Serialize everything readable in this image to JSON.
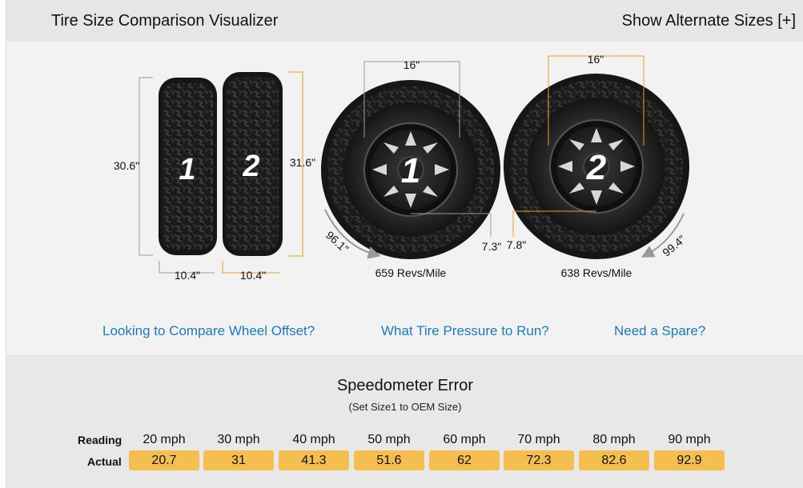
{
  "header": {
    "title": "Tire Size Comparison Visualizer",
    "alternate_sizes": "Show Alternate Sizes [+]"
  },
  "tires": [
    {
      "number": "1",
      "diameter": "30.6\"",
      "width": "10.4\"",
      "wheel": "16\"",
      "sidewall": "7.3\"",
      "circumference": "96.1\"",
      "revs": "659 Revs/Mile"
    },
    {
      "number": "2",
      "diameter": "31.6\"",
      "width": "10.4\"",
      "wheel": "16\"",
      "sidewall": "7.8\"",
      "circumference": "99.4\"",
      "revs": "638 Revs/Mile"
    }
  ],
  "links": {
    "wheel_offset": "Looking to Compare Wheel Offset?",
    "tire_pressure": "What Tire Pressure to Run?",
    "spare": "Need a Spare?"
  },
  "speedometer": {
    "title": "Speedometer Error",
    "subtitle": "(Set Size1 to OEM Size)",
    "reading_label": "Reading",
    "actual_label": "Actual",
    "readings": [
      "20 mph",
      "30 mph",
      "40 mph",
      "50 mph",
      "60 mph",
      "70 mph",
      "80 mph",
      "90 mph"
    ],
    "actuals": [
      "20.7",
      "31",
      "41.3",
      "51.6",
      "62",
      "72.3",
      "82.6",
      "92.9"
    ]
  },
  "colors": {
    "accent": "#f5bf4f",
    "link": "#1a7bbf",
    "dim_tire1": "#999999",
    "dim_tire2": "#e3a21a"
  }
}
